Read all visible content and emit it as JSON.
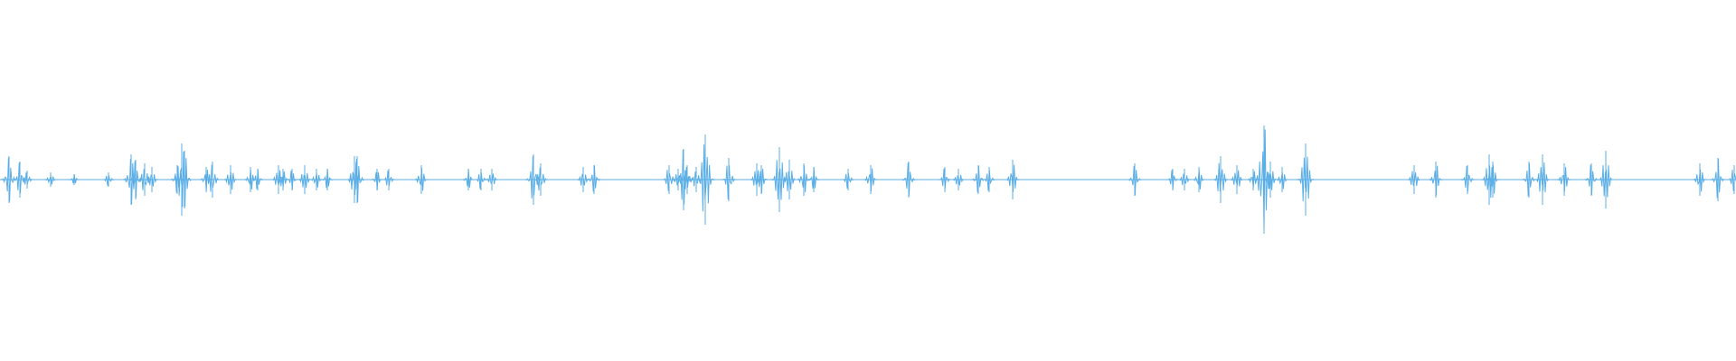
{
  "waveform": {
    "wave_color": "#5aaee6",
    "background_color": "#ffffff",
    "burst_amplitudes": [
      0.13,
      0.1,
      0.05,
      0.04,
      0.03,
      0.04,
      0.14,
      0.11,
      0.09,
      0.07,
      0.08,
      0.2,
      0.16,
      0.07,
      0.1,
      0.08,
      0.07,
      0.06,
      0.08,
      0.06,
      0.06,
      0.08,
      0.06,
      0.06,
      0.13,
      0.13,
      0.06,
      0.06,
      0.08,
      0.06,
      0.06,
      0.06,
      0.14,
      0.09,
      0.07,
      0.08,
      0.08,
      0.06,
      0.17,
      0.08,
      0.07,
      0.25,
      0.12,
      0.09,
      0.08,
      0.18,
      0.11,
      0.09,
      0.07,
      0.06,
      0.08,
      0.1,
      0.07,
      0.06,
      0.08,
      0.07,
      0.11,
      0.09,
      0.06,
      0.06,
      0.07,
      0.13,
      0.08,
      0.06,
      0.3,
      0.1,
      0.07,
      0.2,
      0.08,
      0.1,
      0.08,
      0.14,
      0.1,
      0.1,
      0.14,
      0.09,
      0.09,
      0.16,
      0.09,
      0.12,
      0.08
    ]
  }
}
